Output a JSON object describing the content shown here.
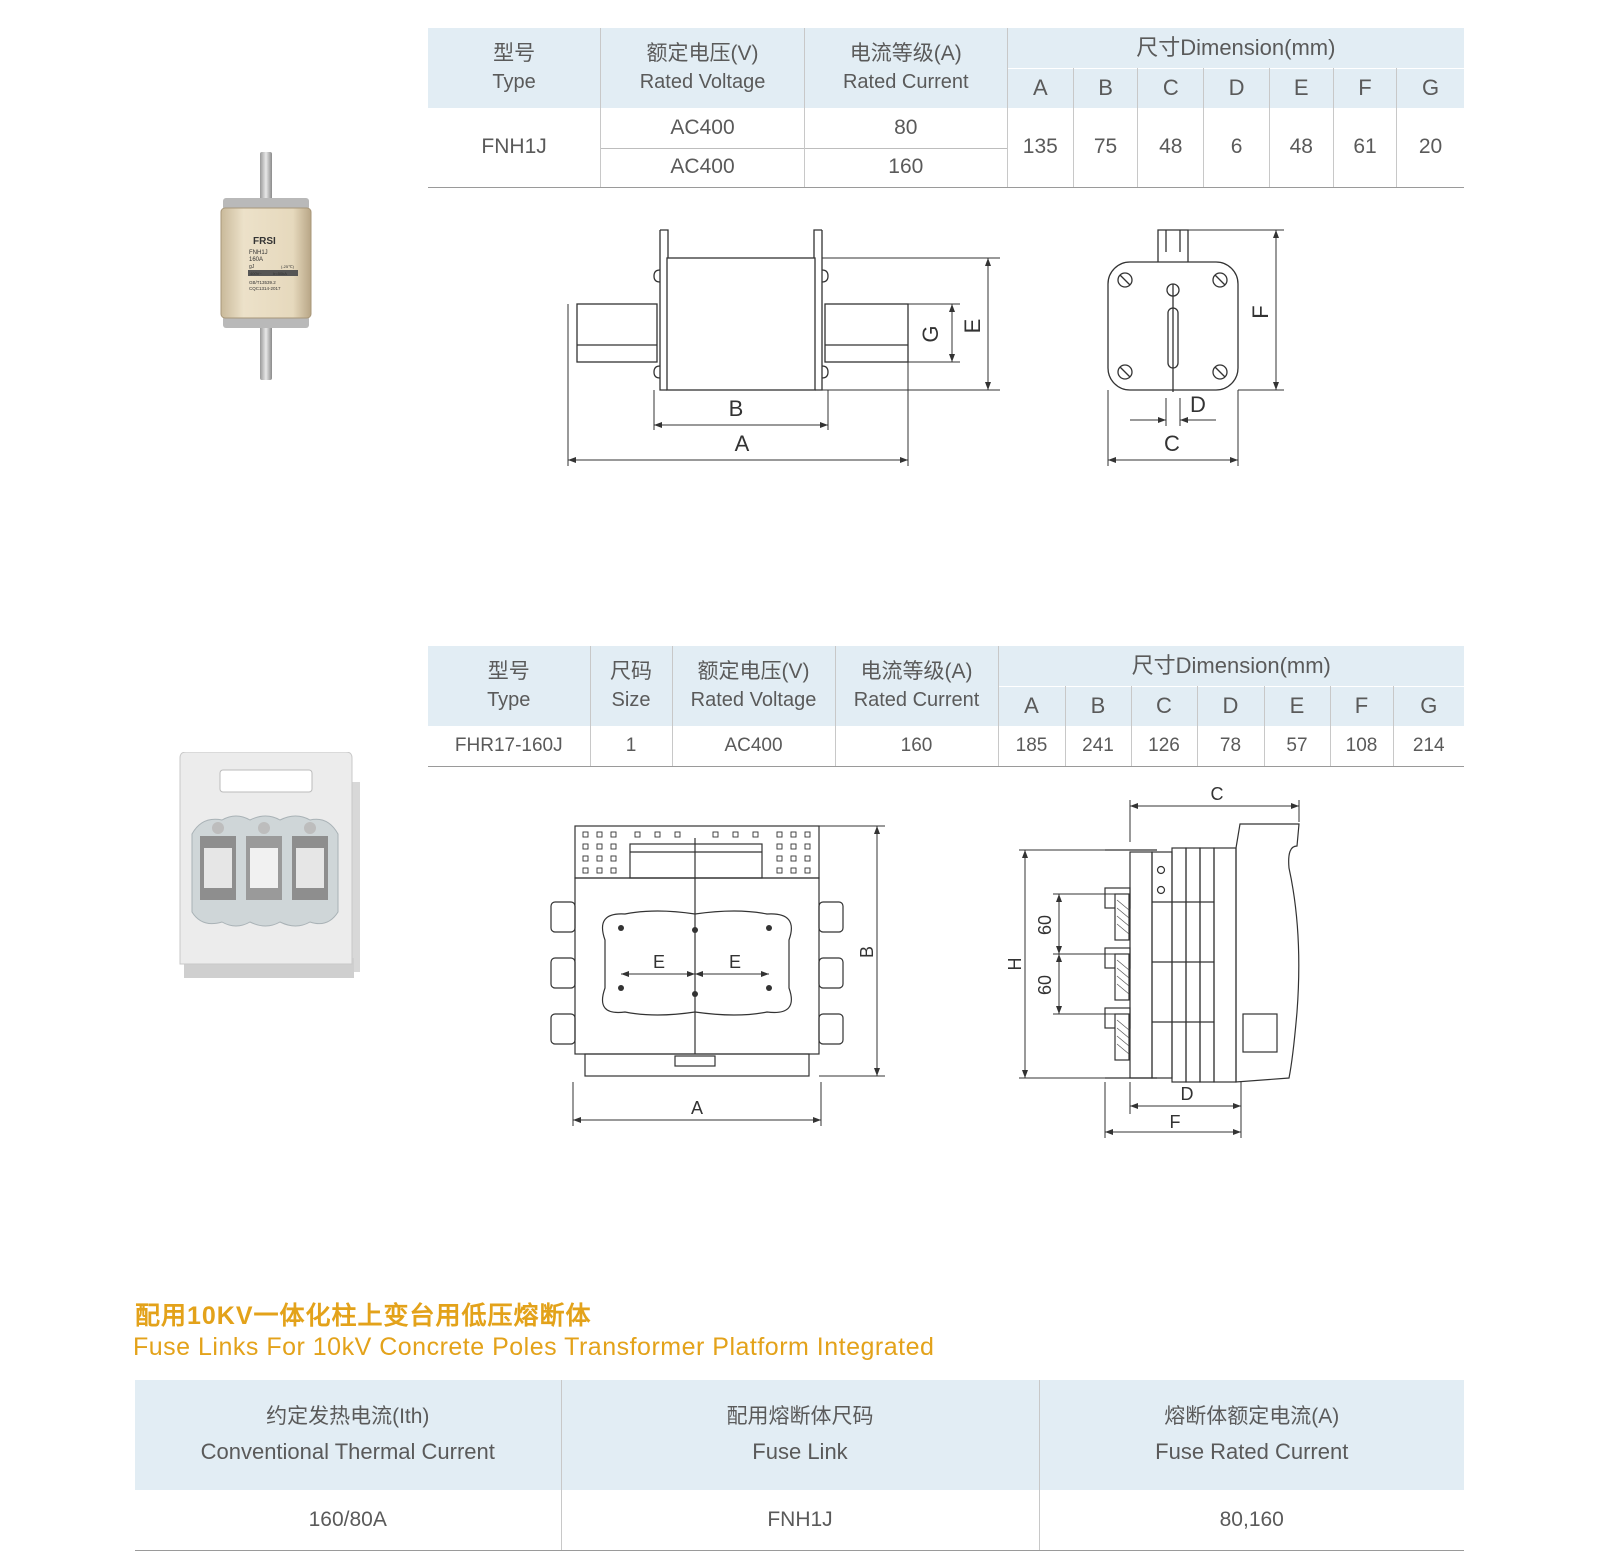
{
  "table1": {
    "headers": {
      "type_zh": "型号",
      "type_en": "Type",
      "voltage_zh": "额定电压(V)",
      "voltage_en": "Rated Voltage",
      "current_zh": "电流等级(A)",
      "current_en": "Rated Current",
      "dimension": "尺寸Dimension(mm)",
      "dims": [
        "A",
        "B",
        "C",
        "D",
        "E",
        "F",
        "G"
      ]
    },
    "type": "FNH1J",
    "rows": [
      {
        "voltage": "AC400",
        "current": "80"
      },
      {
        "voltage": "AC400",
        "current": "160"
      }
    ],
    "dim_values": [
      "135",
      "75",
      "48",
      "6",
      "48",
      "61",
      "20"
    ]
  },
  "product1": {
    "brand": "FRSI",
    "model": "FNH1J",
    "rating": "160A",
    "class": "gJ",
    "voltage": "400V~",
    "breaking": "Ir=50kA",
    "temp": "(-25℃)",
    "std1": "GB/T13539.2",
    "std2": "CQC1314-2017"
  },
  "drawing1": {
    "labels": [
      "A",
      "B",
      "C",
      "D",
      "E",
      "F",
      "G"
    ]
  },
  "table2": {
    "headers": {
      "type_zh": "型号",
      "type_en": "Type",
      "size_zh": "尺码",
      "size_en": "Size",
      "voltage_zh": "额定电压(V)",
      "voltage_en": "Rated Voltage",
      "current_zh": "电流等级(A)",
      "current_en": "Rated Current",
      "dimension": "尺寸Dimension(mm)",
      "dims": [
        "A",
        "B",
        "C",
        "D",
        "E",
        "F",
        "G"
      ]
    },
    "row": {
      "type": "FHR17-160J",
      "size": "1",
      "voltage": "AC400",
      "current": "160",
      "dims": [
        "185",
        "241",
        "126",
        "78",
        "57",
        "108",
        "214"
      ]
    }
  },
  "drawing2": {
    "labels": [
      "A",
      "B",
      "C",
      "D",
      "E",
      "F",
      "H"
    ],
    "spacing": "60"
  },
  "section3": {
    "title_zh": "配用10KV一体化柱上变台用低压熔断体",
    "title_en": "Fuse Links For 10kV Concrete Poles Transformer Platform Integrated",
    "headers": [
      {
        "zh": "约定发热电流(Ith)",
        "en": "Conventional Thermal Current"
      },
      {
        "zh": "配用熔断体尺码",
        "en": "Fuse Link"
      },
      {
        "zh": "熔断体额定电流(A)",
        "en": "Fuse Rated Current"
      }
    ],
    "row": [
      "160/80A",
      "FNH1J",
      "80,160"
    ]
  },
  "colors": {
    "header_bg": "#e2edf4",
    "accent": "#e3a21a",
    "text": "#5a5a5a"
  }
}
